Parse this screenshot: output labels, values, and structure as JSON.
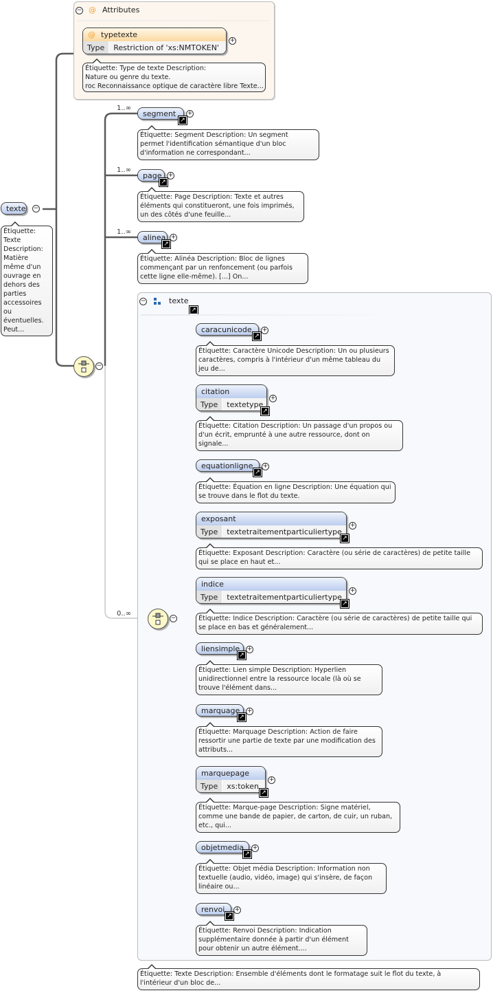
{
  "attributes": {
    "header": "Attributes",
    "attribute": {
      "name": "typetexte",
      "type_label": "Type",
      "type_value": "Restriction of 'xs:NMTOKEN'",
      "note": "Étiquette: Type de texte Description:\nNature ou genre du texte.\nroc Reconnaissance optique de caractère libre Texte..."
    }
  },
  "root": {
    "name": "texte",
    "note": "Étiquette:\nTexte\nDescription:\nMatière\nmême d'un\nouvrage en\ndehors des\nparties\naccessoires\nou\néventuelles.\nPeut..."
  },
  "sequence_children": [
    {
      "name": "segment",
      "cardinality": "1..∞",
      "note": "Étiquette: Segment Description: Un segment\npermet l'identification sémantique d'un bloc\nd'information ne correspondant..."
    },
    {
      "name": "page",
      "cardinality": "1..∞",
      "note": "Étiquette: Page Description: Texte et autres\néléments qui constitueront, une fois imprimés,\nun des côtés d'une feuille..."
    },
    {
      "name": "alinea",
      "cardinality": "1..∞",
      "note": "Étiquette: Alinéa Description: Bloc de lignes\ncommençant par un renfoncement (ou parfois\ncette ligne elle-même). [...] On..."
    }
  ],
  "group": {
    "name": "texte",
    "cardinality": "0..∞",
    "note": "Étiquette: Texte Description: Ensemble d'éléments dont le formatage suit le flot du texte, à\nl'intérieur d'un bloc de...",
    "children": [
      {
        "name": "caracunicode",
        "note": "Étiquette: Caractère Unicode Description: Un ou plusieurs\ncaractères, compris à l'intérieur d'un même tableau du\njeu de..."
      },
      {
        "name": "citation",
        "type_label": "Type",
        "type_value": "textetype",
        "note": "Étiquette: Citation Description: Un passage d'un propos ou\nd'un écrit, emprunté à une autre ressource, dont on\nsignale..."
      },
      {
        "name": "equationligne",
        "note": "Étiquette: Équation en ligne Description: Une équation qui\nse trouve dans le flot du texte."
      },
      {
        "name": "exposant",
        "type_label": "Type",
        "type_value": "textetraitementparticuliertype",
        "note": "Étiquette: Exposant Description: Caractère (ou série de caractères) de petite taille\nqui se place en haut et..."
      },
      {
        "name": "indice",
        "type_label": "Type",
        "type_value": "textetraitementparticuliertype",
        "note": "Étiquette: Indice Description: Caractère (ou série de caractères) de petite taille qui\nse place en bas et généralement..."
      },
      {
        "name": "liensimple",
        "note": "Étiquette: Lien simple Description: Hyperlien\nunidirectionnel entre la ressource locale (là où se\ntrouve l'élément dans..."
      },
      {
        "name": "marquage",
        "note": "Étiquette: Marquage Description: Action de faire\nressortir une partie de texte par une modification des\nattributs..."
      },
      {
        "name": "marquepage",
        "type_label": "Type",
        "type_value": "xs:token",
        "note": "Étiquette: Marque-page Description: Signe matériel,\ncomme une bande de papier, de carton, de cuir, un ruban,\netc., qui..."
      },
      {
        "name": "objetmedia",
        "note": "Étiquette: Objet média Description: Information non\ntextuelle (audio, vidéo, image) qui s'insère, de façon\nlinéaire ou..."
      },
      {
        "name": "renvoi",
        "note": "Étiquette: Renvoi Description: Indication\nsupplémentaire donnée à partir d'un élément\npour obtenir un autre élément...."
      }
    ]
  },
  "icons": {
    "collapse": "minus-circle",
    "expand": "plus-circle",
    "reference": "arrow-reference",
    "sequence": "sequence-compositor",
    "attribute": "at-sign",
    "group": "group-icon"
  },
  "colors": {
    "element_fill": "#bccdee",
    "attributes_bg": "#fdf6ee",
    "group_bg": "#f7f9fc",
    "sequence_fill": "#fdf8c8",
    "attribute_accent": "#f0a030"
  }
}
